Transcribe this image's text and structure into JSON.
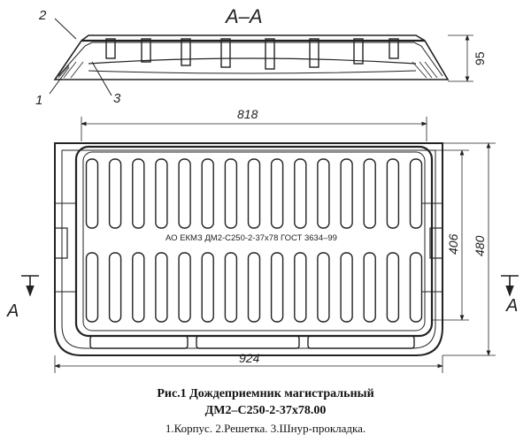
{
  "section": {
    "title": "A–A",
    "height_dim": "95"
  },
  "callouts": {
    "c1": "1",
    "c2": "2",
    "c3": "3"
  },
  "dims": {
    "inner_width": "818",
    "outer_width": "924",
    "inner_height": "406",
    "outer_height": "480"
  },
  "cut_marks": {
    "left": "A",
    "right": "A"
  },
  "plan": {
    "stamp_text": "АО ЕКМЗ ДМ2-С250-2-37х78 ГОСТ 3634–99",
    "slot_columns": 15
  },
  "caption": {
    "line1": "Рис.1 Дождеприемник  магистральный",
    "line2": "ДМ2–С250-2-37х78.00",
    "line3": "1.Корпус.  2.Решетка.  3.Шнур-прокладка."
  },
  "colors": {
    "ink": "#222222",
    "paper": "#ffffff"
  }
}
